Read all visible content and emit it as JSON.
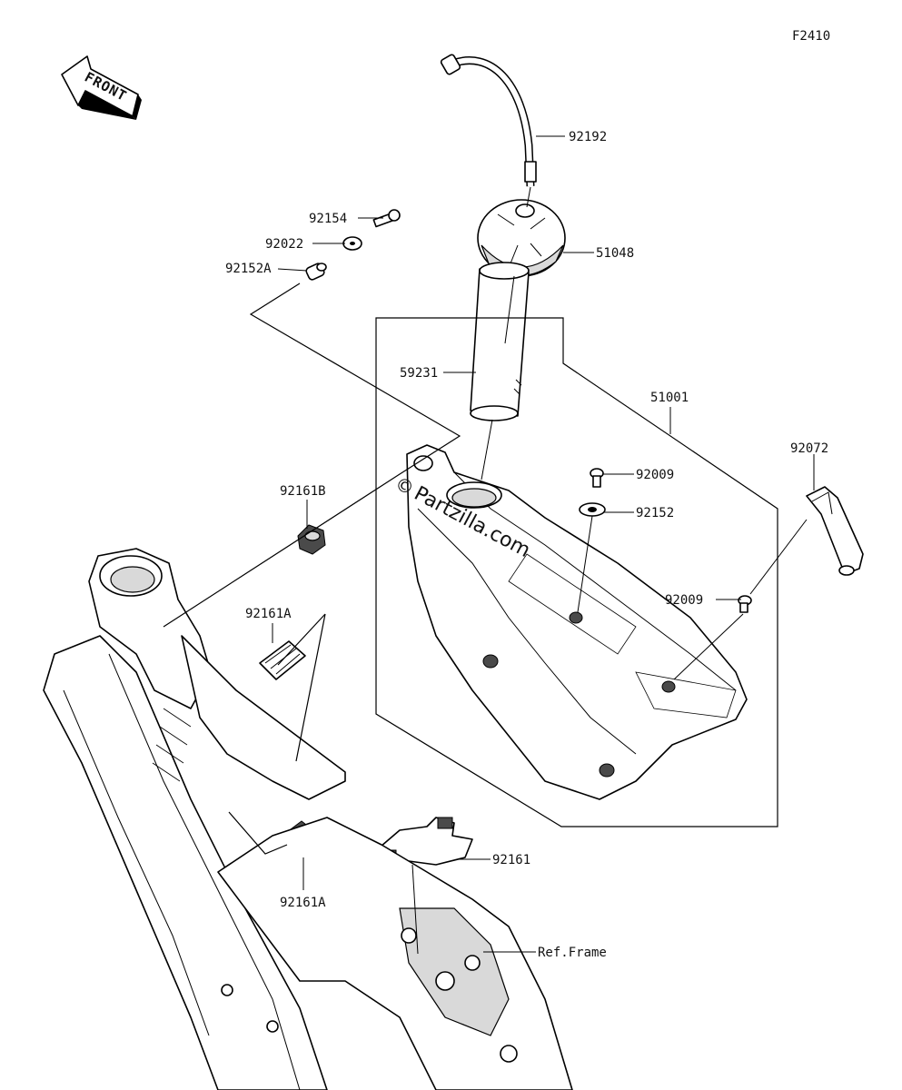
{
  "figure_code": "F2410",
  "front_label": "FRONT",
  "watermark": "Partzilla.com",
  "copyright_symbol": "©",
  "ref_frame": "Ref.Frame",
  "parts": [
    {
      "id": "p92192",
      "number": "92192"
    },
    {
      "id": "p51048",
      "number": "51048"
    },
    {
      "id": "p92154",
      "number": "92154"
    },
    {
      "id": "p92022",
      "number": "92022"
    },
    {
      "id": "p92152A",
      "number": "92152A"
    },
    {
      "id": "p59231",
      "number": "59231"
    },
    {
      "id": "p51001",
      "number": "51001"
    },
    {
      "id": "p92072",
      "number": "92072"
    },
    {
      "id": "p92009a",
      "number": "92009"
    },
    {
      "id": "p92152",
      "number": "92152"
    },
    {
      "id": "p92161B",
      "number": "92161B"
    },
    {
      "id": "p92009b",
      "number": "92009"
    },
    {
      "id": "p92161A1",
      "number": "92161A"
    },
    {
      "id": "p92161",
      "number": "92161"
    },
    {
      "id": "p92161A2",
      "number": "92161A"
    }
  ]
}
